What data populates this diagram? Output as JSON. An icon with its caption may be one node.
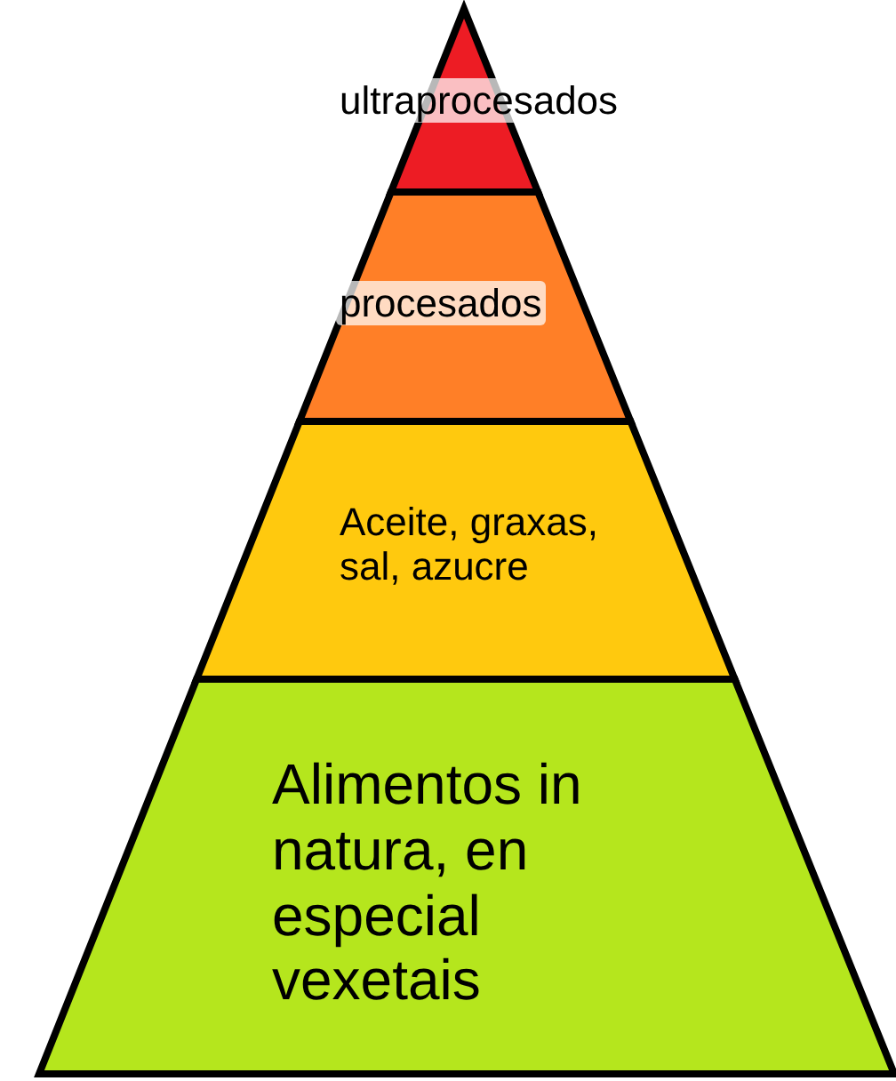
{
  "diagram": {
    "nodes": [
      {
        "text": [
          "ultraprocesados"
        ]
      },
      {
        "text": [
          "procesados"
        ]
      },
      {
        "text": [
          "Aceite, graxas, sal, azucre"
        ]
      },
      {
        "text": [
          "Alimentos in natura, en especial vexetais"
        ]
      }
    ]
  }
}
